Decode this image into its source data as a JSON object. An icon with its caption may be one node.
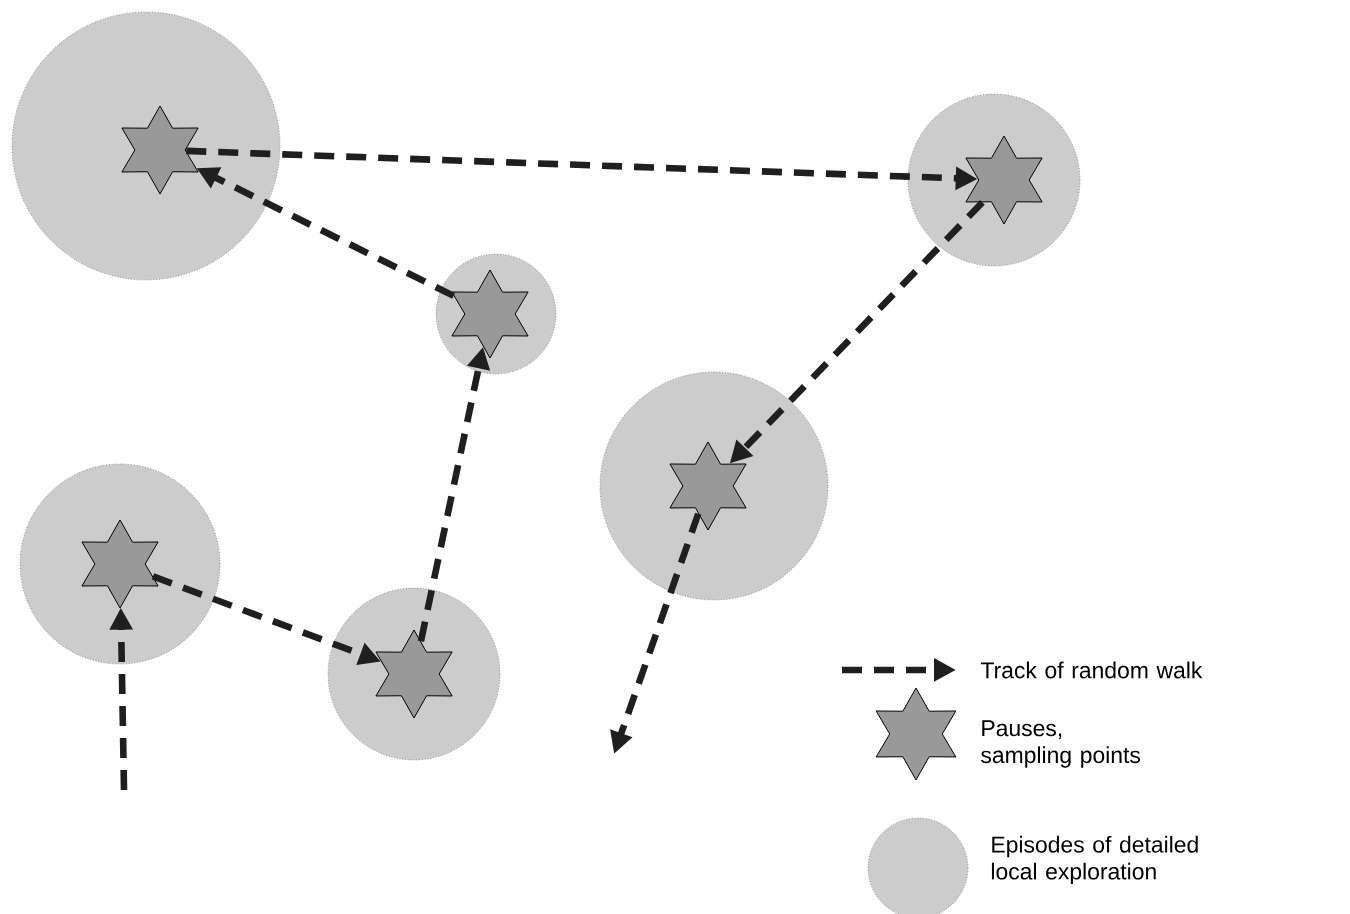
{
  "diagram": {
    "nodes": [
      {
        "text": [],
        "shape": "circle"
      },
      {
        "text": [],
        "shape": "star",
        "in": 0
      },
      {
        "text": [],
        "shape": "circle"
      },
      {
        "text": [],
        "shape": "star",
        "in": 2
      },
      {
        "text": [],
        "shape": "circle"
      },
      {
        "text": [],
        "shape": "star",
        "in": 4
      },
      {
        "text": [],
        "shape": "circle"
      },
      {
        "text": [],
        "shape": "star",
        "in": 6
      },
      {
        "text": [],
        "shape": "circle"
      },
      {
        "text": [],
        "shape": "star",
        "in": 8
      },
      {
        "text": [],
        "shape": "circle"
      },
      {
        "text": [],
        "shape": "star",
        "in": 10
      }
    ],
    "edges": [
      {
        "from": null,
        "to": 9,
        "arrow": "to",
        "style": "dashed"
      },
      {
        "from": 9,
        "to": 11,
        "arrow": "to",
        "style": "dashed"
      },
      {
        "from": 11,
        "to": 5,
        "arrow": "to",
        "style": "dashed"
      },
      {
        "from": 5,
        "to": 1,
        "arrow": "to",
        "style": "dashed"
      },
      {
        "from": 1,
        "to": 3,
        "arrow": "to",
        "style": "dashed"
      },
      {
        "from": 3,
        "to": 7,
        "arrow": "to",
        "style": "dashed"
      },
      {
        "from": 7,
        "to": null,
        "arrow": "to",
        "style": "dashed"
      }
    ],
    "legend": [
      {
        "text": "Track of random walk"
      },
      {
        "text": "Pauses, sampling points"
      },
      {
        "text": "Episodes of detailed local exploration"
      }
    ]
  }
}
